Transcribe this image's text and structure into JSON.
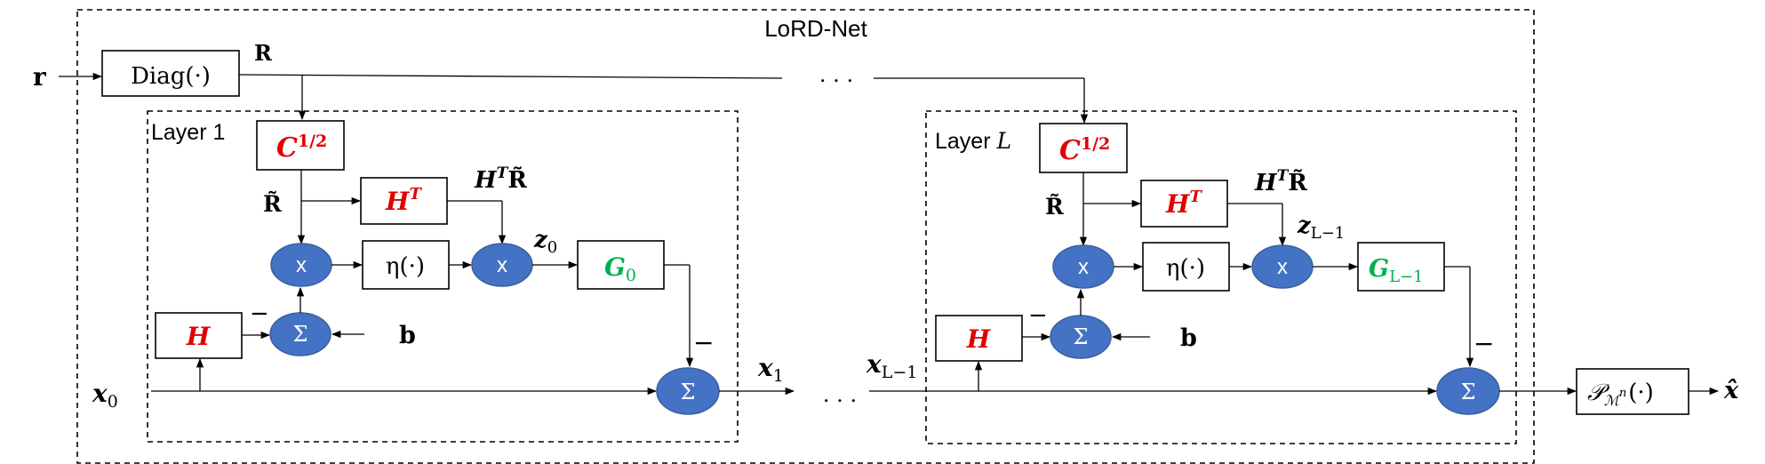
{
  "diagram": {
    "title": "LoRD-Net",
    "colors": {
      "accent_red": "#e00000",
      "accent_green": "#00b050",
      "node_blue": "#4472c4"
    },
    "input_r": "r",
    "diag_block": "Diag(·)",
    "R_label": "R",
    "top_ellipsis": ". . .",
    "mid_ellipsis": ". . .",
    "b_label": "b",
    "minus": "−",
    "layer1": {
      "title": "Layer 1",
      "c_half": "C",
      "c_half_sup": "1/2",
      "r_tilde": "R̃",
      "ht": "H",
      "ht_sup": "T",
      "htr": "H",
      "htr_sup": "T",
      "htr_tail": "R̃",
      "z": "z",
      "z_sub": "0",
      "eta": "η(·)",
      "g": "G",
      "g_sub": "0",
      "h": "H",
      "x_in": "x",
      "x_in_sub": "0",
      "x_out": "x",
      "x_out_sub": "1",
      "mult_symbol": "x",
      "sum_symbol": "Σ"
    },
    "layerL": {
      "title": "Layer",
      "title_italic": "L",
      "c_half": "C",
      "c_half_sup": "1/2",
      "r_tilde": "R̃",
      "ht": "H",
      "ht_sup": "T",
      "htr": "H",
      "htr_sup": "T",
      "htr_tail": "R̃",
      "z": "z",
      "z_sub": "L−1",
      "eta": "η(·)",
      "g": "G",
      "g_sub": "L−1",
      "h": "H",
      "x_in": "x",
      "x_in_sub": "L−1",
      "mult_symbol": "x",
      "sum_symbol": "Σ"
    },
    "projection": {
      "p": "𝒫",
      "p_sub": "ℳ",
      "p_sub_sup": "n",
      "p_tail": "(·)"
    },
    "output": "x̂"
  }
}
